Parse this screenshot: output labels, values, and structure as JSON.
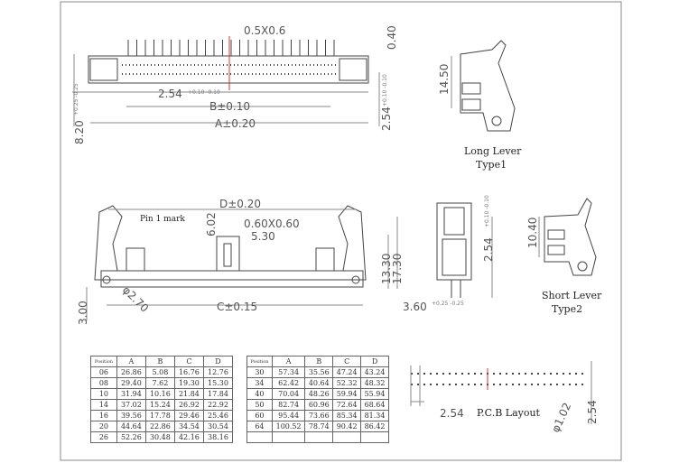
{
  "top_view": {
    "pin_size": "0.5X0.6",
    "height_tol": "0.40",
    "pitch": "2.54",
    "pitch_tol": "+0.10 -0.10",
    "dim_b": "B±0.10",
    "dim_a": "A±0.20",
    "depth": "8.20",
    "depth_tol": "+0.25 -0.25",
    "row_pitch": "2.54",
    "row_pitch_tol": "+0.10 -0.10"
  },
  "long_lever": {
    "height": "14.50",
    "label_line1": "Long Lever",
    "label_line2": "Type1"
  },
  "front_view": {
    "pin1_mark": "Pin 1 mark",
    "dim_d": "D±0.20",
    "slot_h": "6.02",
    "slot_size": "0.60X0.60",
    "slot_w": "5.30",
    "h1": "13.30",
    "h2": "17.30",
    "base": "3.00",
    "hole": "φ2.70",
    "dim_c": "C±0.15"
  },
  "side_view": {
    "pitch": "2.54",
    "pitch_tol": "+0.10 -0.10",
    "offset": "3.60",
    "offset_tol": "+0.25 -0.25"
  },
  "short_lever": {
    "height": "10.40",
    "label_line1": "Short Lever",
    "label_line2": "Type2"
  },
  "pcb_layout": {
    "pitch": "2.54",
    "row_pitch": "2.54",
    "hole": "φ1.02",
    "label": "P.C.B Layout"
  },
  "tables": [
    {
      "headers": [
        "Position",
        "A",
        "B",
        "C",
        "D"
      ],
      "rows": [
        [
          "06",
          "26.86",
          "5.08",
          "16.76",
          "12.76"
        ],
        [
          "08",
          "29.40",
          "7.62",
          "19.30",
          "15.30"
        ],
        [
          "10",
          "31.94",
          "10.16",
          "21.84",
          "17.84"
        ],
        [
          "14",
          "37.02",
          "15.24",
          "26.92",
          "22.92"
        ],
        [
          "16",
          "39.56",
          "17.78",
          "29.46",
          "25.46"
        ],
        [
          "20",
          "44.64",
          "22.86",
          "34.54",
          "30.54"
        ],
        [
          "26",
          "52.26",
          "30.48",
          "42.16",
          "38.16"
        ]
      ]
    },
    {
      "headers": [
        "Position",
        "A",
        "B",
        "C",
        "D"
      ],
      "rows": [
        [
          "30",
          "57.34",
          "35.56",
          "47.24",
          "43.24"
        ],
        [
          "34",
          "62.42",
          "40.64",
          "52.32",
          "48.32"
        ],
        [
          "40",
          "70.04",
          "48.26",
          "59.94",
          "55.94"
        ],
        [
          "50",
          "82.74",
          "60.96",
          "72.64",
          "68.64"
        ],
        [
          "60",
          "95.44",
          "73.66",
          "85.34",
          "81.34"
        ],
        [
          "64",
          "100.52",
          "78.74",
          "90.42",
          "86.42"
        ],
        [
          "",
          "",
          "",
          "",
          ""
        ]
      ]
    }
  ]
}
